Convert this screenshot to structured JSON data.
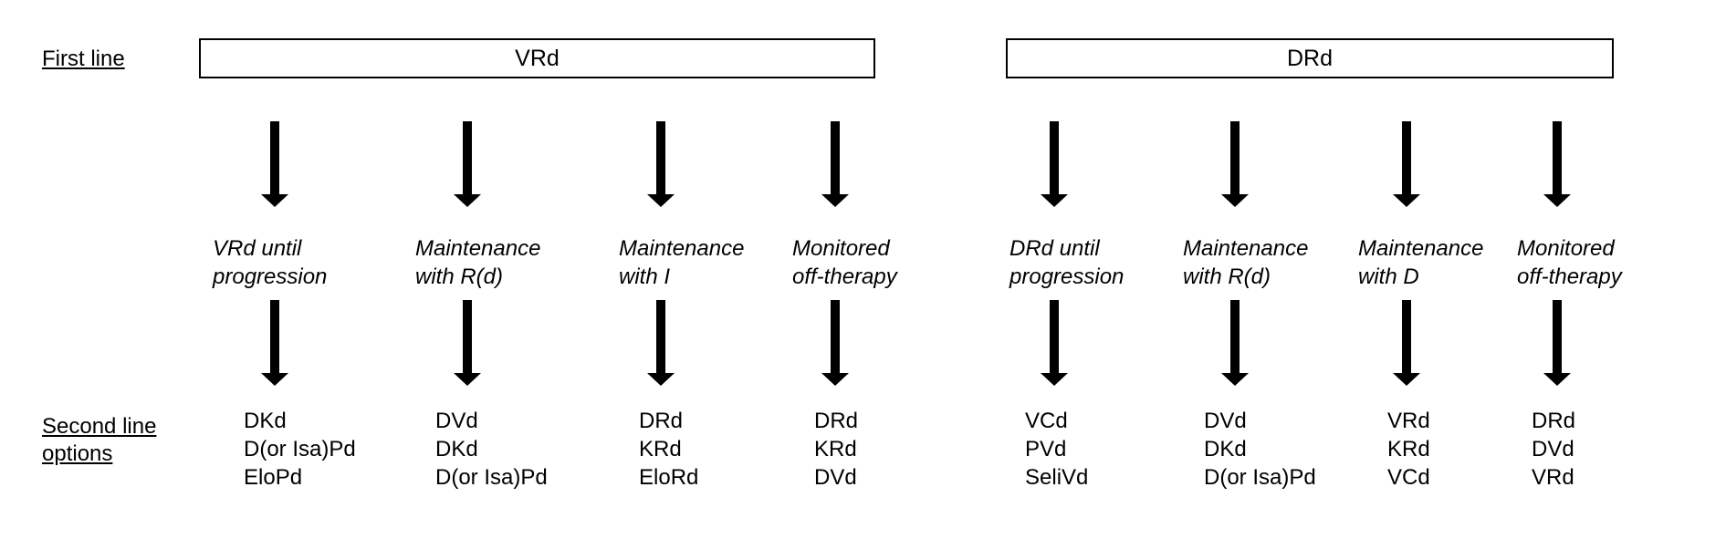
{
  "row_labels": {
    "first_line": "First line",
    "second_line": [
      "Second line",
      "options"
    ]
  },
  "first_line_regimens": [
    "VRd",
    "DRd"
  ],
  "strategies": [
    {
      "lines": [
        "VRd until",
        "progression"
      ],
      "options": [
        "DKd",
        "D(or Isa)Pd",
        "EloPd"
      ]
    },
    {
      "lines": [
        "Maintenance",
        "with R(d)"
      ],
      "options": [
        "DVd",
        "DKd",
        "D(or Isa)Pd"
      ]
    },
    {
      "lines": [
        "Maintenance",
        "with I"
      ],
      "options": [
        "DRd",
        "KRd",
        "EloRd"
      ]
    },
    {
      "lines": [
        "Monitored",
        "off-therapy"
      ],
      "options": [
        "DRd",
        "KRd",
        "DVd"
      ]
    },
    {
      "lines": [
        "DRd until",
        "progression"
      ],
      "options": [
        "VCd",
        "PVd",
        "SeliVd"
      ]
    },
    {
      "lines": [
        "Maintenance",
        "with R(d)"
      ],
      "options": [
        "DVd",
        "DKd",
        "D(or Isa)Pd"
      ]
    },
    {
      "lines": [
        "Maintenance",
        "with D"
      ],
      "options": [
        "VRd",
        "KRd",
        "VCd"
      ]
    },
    {
      "lines": [
        "Monitored",
        "off-therapy"
      ],
      "options": [
        "DRd",
        "DVd",
        "VRd"
      ]
    }
  ]
}
